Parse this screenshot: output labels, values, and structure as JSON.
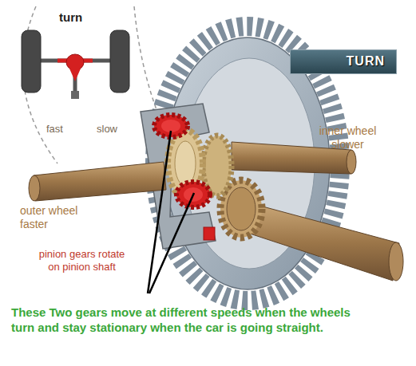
{
  "diagram": {
    "caption": "These Two gears move at different speeds when the wheels turn and stay stationary when the car is going straight.",
    "nodes": [
      {
        "text": [
          "TURN"
        ]
      }
    ],
    "labels": [
      "turn",
      "fast",
      "slow",
      "inner wheel slower",
      "outer wheel faster",
      "pinion gears rotate on pinion shaft"
    ]
  }
}
